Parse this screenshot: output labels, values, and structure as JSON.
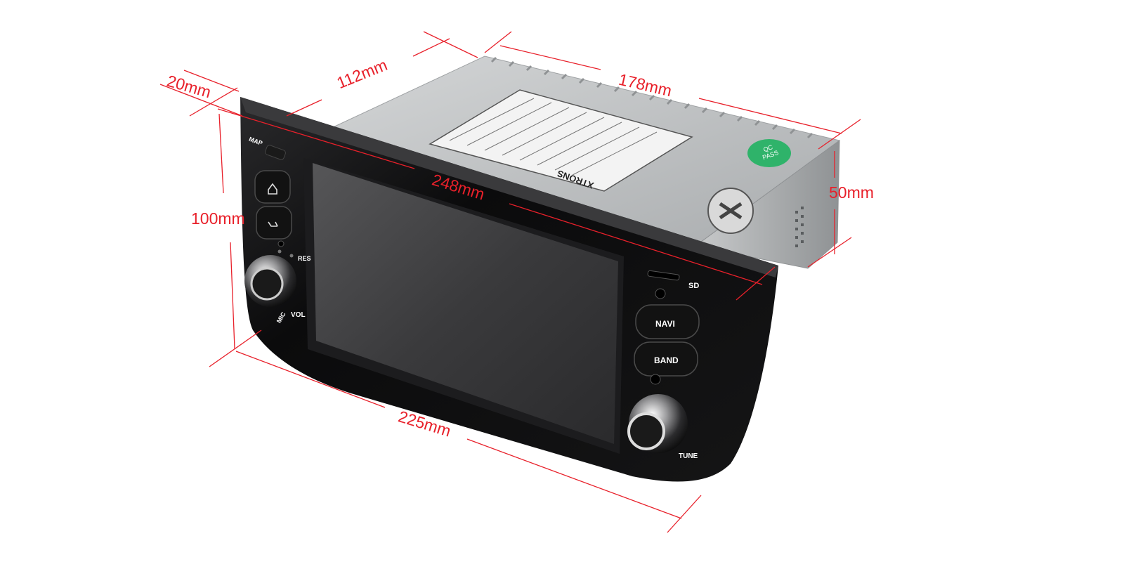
{
  "dimensions": {
    "top_width": "112mm",
    "depth": "178mm",
    "panel_depth": "20mm",
    "front_width": "248mm",
    "side_height": "50mm",
    "front_height": "100mm",
    "bottom_width": "225mm"
  },
  "device": {
    "brand": "XTRONS",
    "buttons": {
      "map": "MAP",
      "res": "RES",
      "mic": "MIC",
      "vol": "VOL",
      "sd": "SD",
      "navi": "NAVI",
      "band": "BAND",
      "tune": "TUNE"
    },
    "sticker": {
      "qc": "QC",
      "pass": "PASS"
    }
  },
  "colors": {
    "dimension": "#e8202a",
    "chassis": "#b9bcbe",
    "bezel": "#0b0b0c",
    "screen": "#3c3c3e",
    "qc_badge": "#2fb36a"
  }
}
